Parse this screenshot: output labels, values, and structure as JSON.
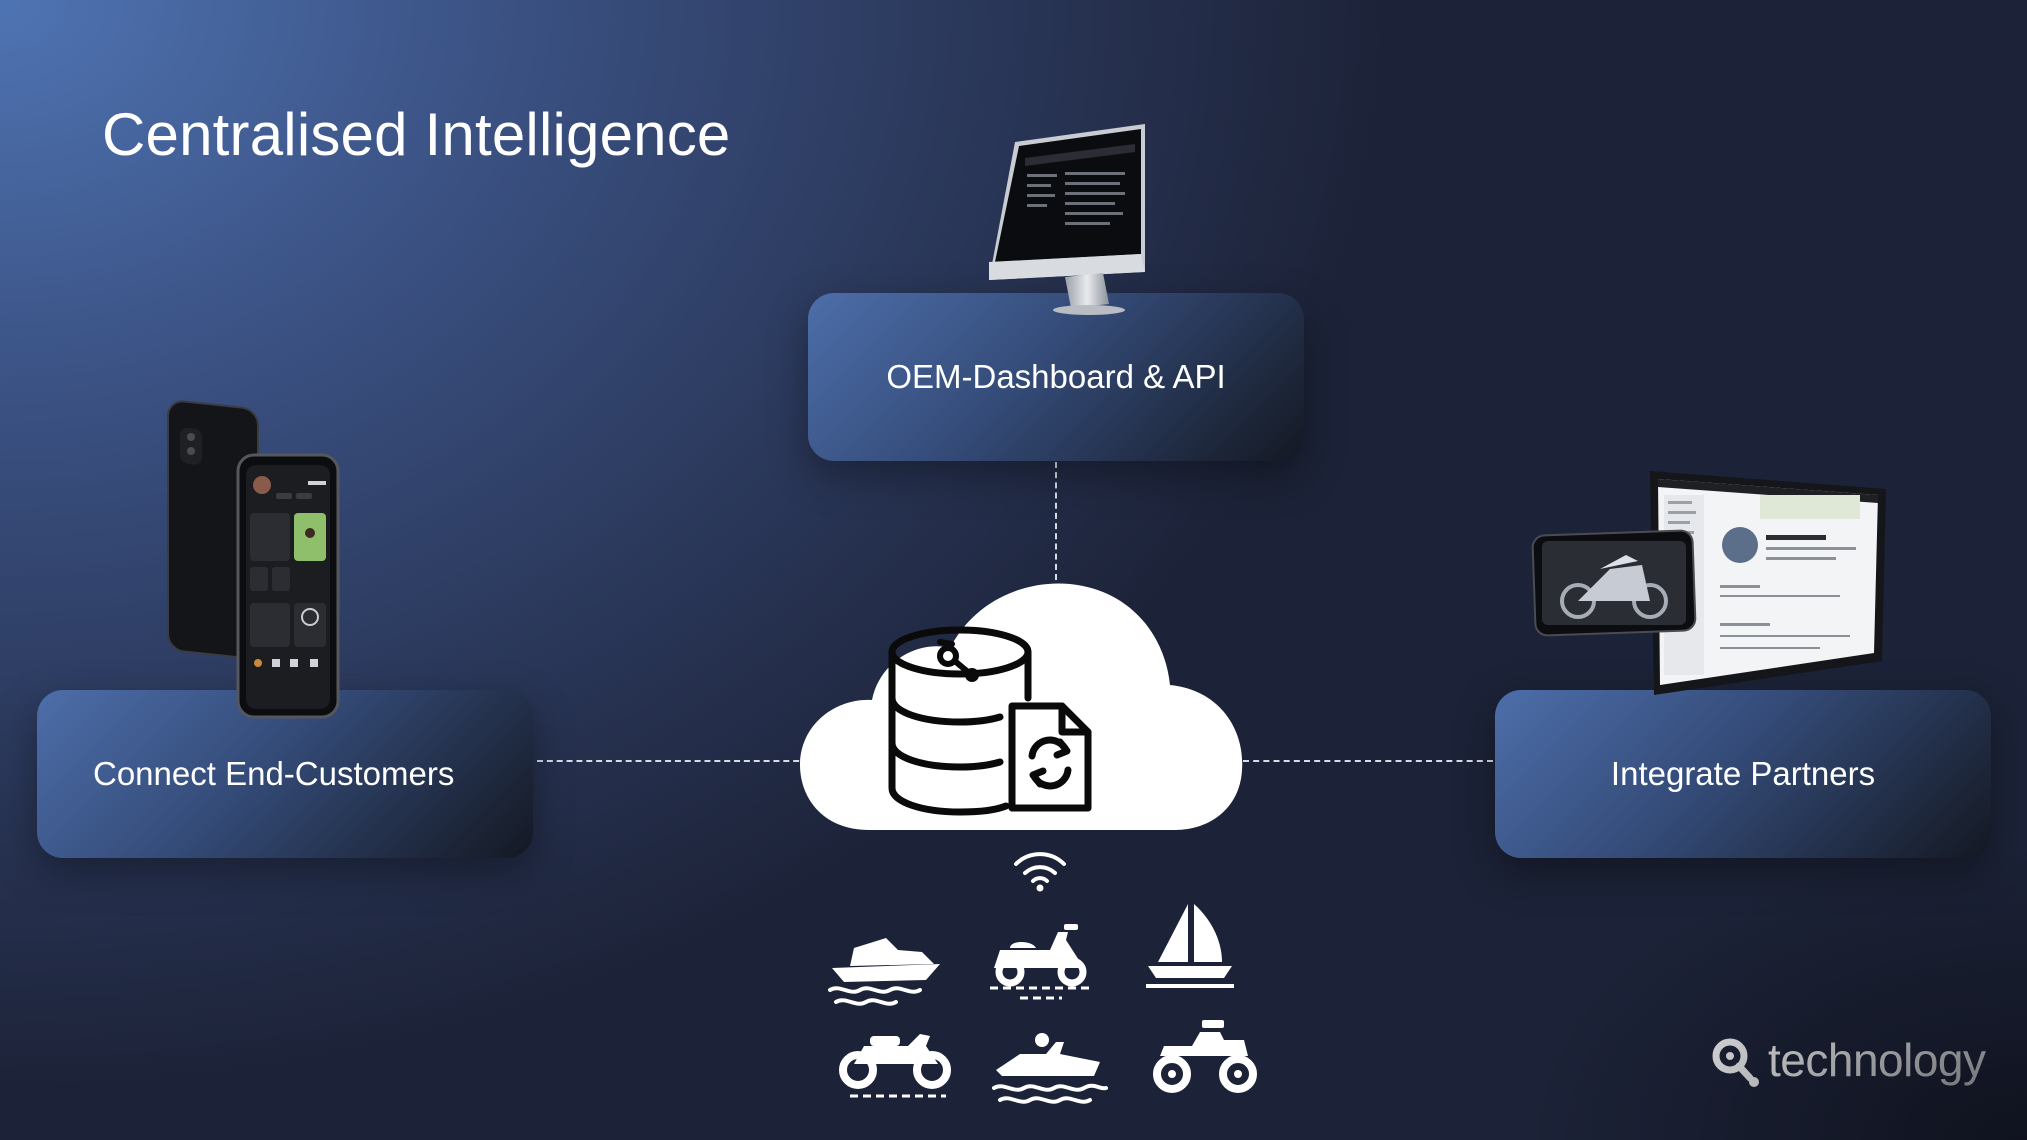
{
  "slide": {
    "title": "Centralised Intelligence",
    "nodes": {
      "top": "OEM-Dashboard & API",
      "left": "Connect End-Customers",
      "right": "Integrate Partners"
    },
    "brand": "technology"
  },
  "icons": {
    "center": "cloud-database-sync-icon",
    "signal": "wifi-icon",
    "vehicles": [
      "speedboat-icon",
      "scooter-icon",
      "sailboat-icon",
      "motorcycle-icon",
      "jetski-icon",
      "atv-icon"
    ]
  },
  "colors": {
    "background": "#3b5284",
    "card_start": "#4d6eaa",
    "card_end": "#141822",
    "text": "#ffffff"
  }
}
